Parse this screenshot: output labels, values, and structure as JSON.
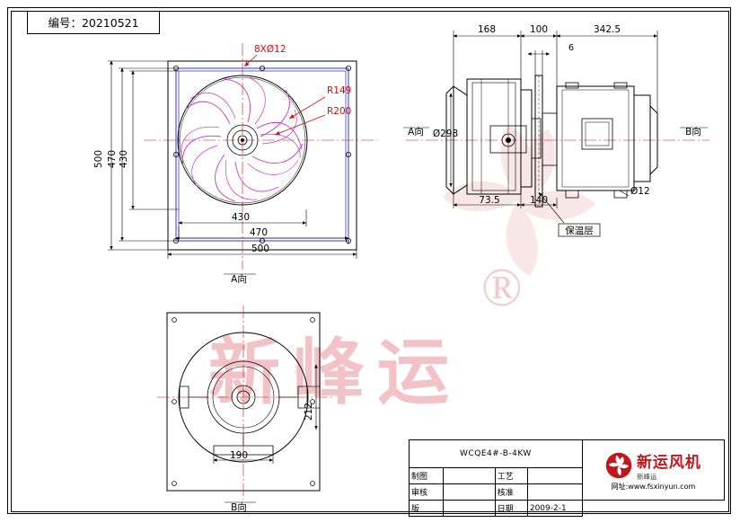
{
  "document": {
    "code_label": "编号：20210521",
    "model": "WCQE4#-B-4KW"
  },
  "views": {
    "front": {
      "label": "A向",
      "dims": {
        "bolt_note": "8XØ12",
        "r149": "R149",
        "r200": "R200",
        "left_500": "500",
        "left_470": "470",
        "left_430": "430",
        "bottom_430": "430",
        "bottom_470": "470",
        "bottom_500": "500"
      }
    },
    "side": {
      "left_label": "A向",
      "right_label": "B向",
      "dims": {
        "d168": "168",
        "d100": "100",
        "d3425": "342.5",
        "d6": "6",
        "dia298": "Ø298",
        "d735": "73.5",
        "d140": "140",
        "dia12": "Ø12"
      },
      "note": "保温层"
    },
    "rear": {
      "label": "B向",
      "dims": {
        "d190": "190",
        "d212": "212"
      }
    }
  },
  "title_block": {
    "rows": [
      {
        "label": "制图",
        "value": "",
        "label2": "工艺",
        "value2": ""
      },
      {
        "label": "审核",
        "value": "",
        "label2": "核准",
        "value2": ""
      },
      {
        "label": "版",
        "value": "",
        "label2": "日期",
        "value2": "2009-2-1"
      }
    ],
    "brand": "新运风机",
    "brand_sub": "新峰运",
    "website": "网址:www.fsxinyun.com"
  },
  "watermark": {
    "text": "新峰运",
    "registered": "®"
  },
  "colors": {
    "line": "#000000",
    "red": "#d01010",
    "magenta": "#cc33cc",
    "blue": "#2222cc",
    "watermark": "#f2c0c3",
    "brand_red": "#c2161c"
  }
}
